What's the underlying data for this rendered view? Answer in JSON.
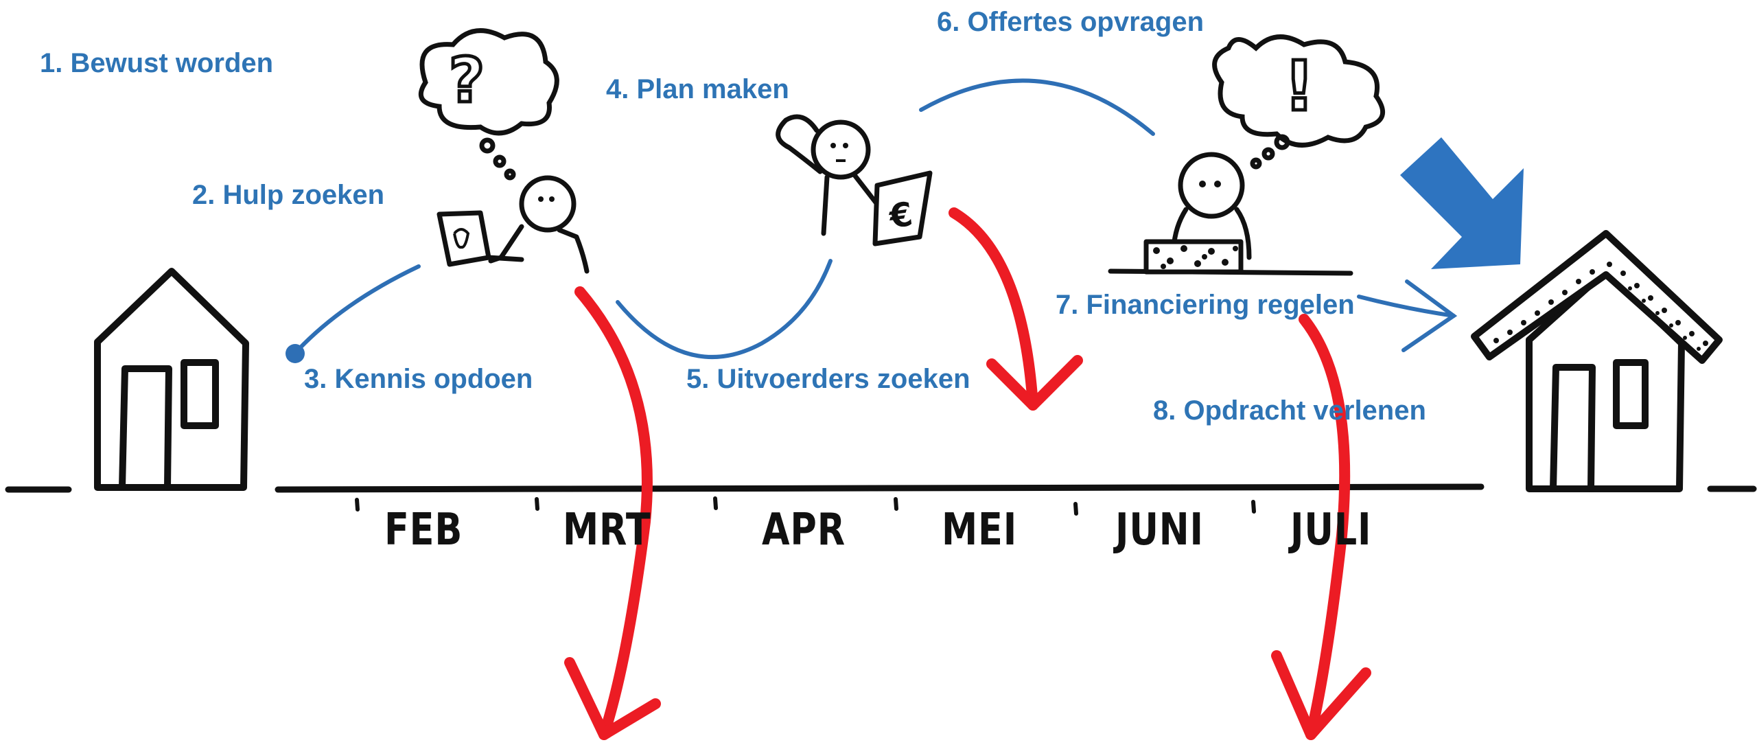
{
  "steps": {
    "s1": "1. Bewust worden",
    "s2": "2. Hulp zoeken",
    "s3": "3.  Kennis opdoen",
    "s4": "4. Plan maken",
    "s5": "5. Uitvoerders zoeken",
    "s6": "6. Offertes opvragen",
    "s7": "7. Financiering regelen",
    "s8": "8. Opdracht verlenen"
  },
  "months": [
    "FEB",
    "MRT",
    "APR",
    "MEI",
    "JUNI",
    "JULI"
  ],
  "symbols": {
    "question": "?",
    "exclamation": "!",
    "euro": "€"
  },
  "colors": {
    "step_text": "#2e74b5",
    "path_blue": "#2e6fb5",
    "arrow_red": "#ec1c24",
    "ink": "#111111"
  },
  "icons": [
    "house-icon",
    "stick-figure-icon",
    "laptop-icon",
    "thought-bubble-icon",
    "euro-document-icon",
    "desk-icon",
    "big-down-arrow-icon"
  ]
}
